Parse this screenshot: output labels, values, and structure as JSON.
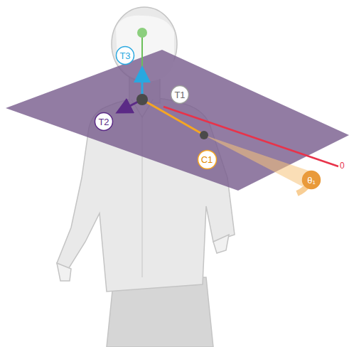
{
  "diagram": {
    "nodes": [
      {
        "text": [
          "T3"
        ]
      },
      {
        "text": [
          "T1"
        ]
      },
      {
        "text": [
          "T2"
        ]
      },
      {
        "text": [
          "C1"
        ]
      },
      {
        "text": [
          "θ₁"
        ]
      }
    ],
    "labels": [
      "0"
    ]
  }
}
